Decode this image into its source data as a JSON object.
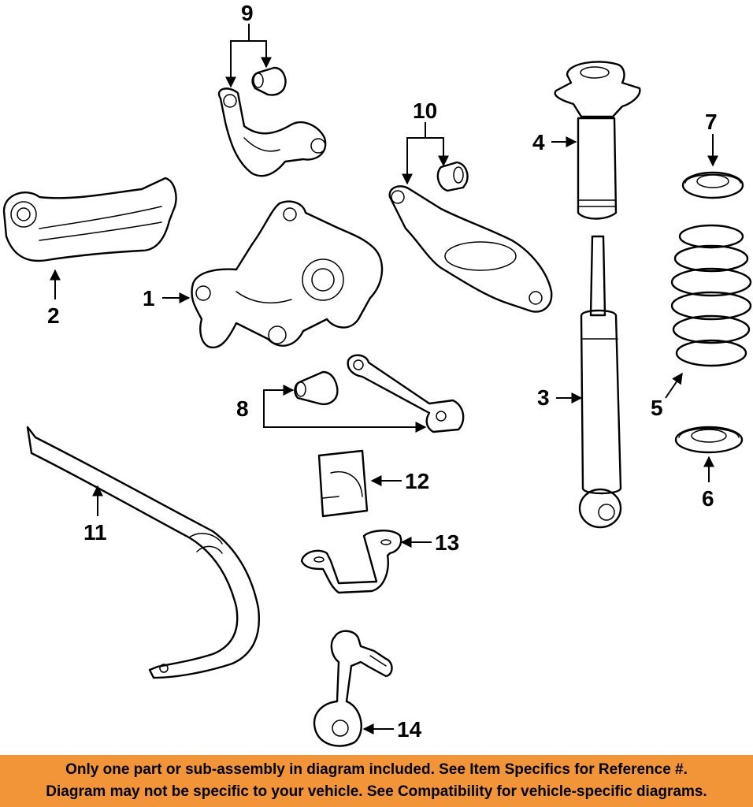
{
  "diagram": {
    "callouts": [
      "1",
      "2",
      "3",
      "4",
      "5",
      "6",
      "7",
      "8",
      "9",
      "10",
      "11",
      "12",
      "13",
      "14"
    ]
  },
  "disclaimer": {
    "line1": "Only one part or sub-assembly in diagram included. See Item Specifics for Reference #.",
    "line2": "Diagram may not be specific to your vehicle. See Compatibility for vehicle-specific diagrams."
  },
  "colors": {
    "banner": "#f29538",
    "ink": "#000000",
    "background": "#ffffff"
  }
}
